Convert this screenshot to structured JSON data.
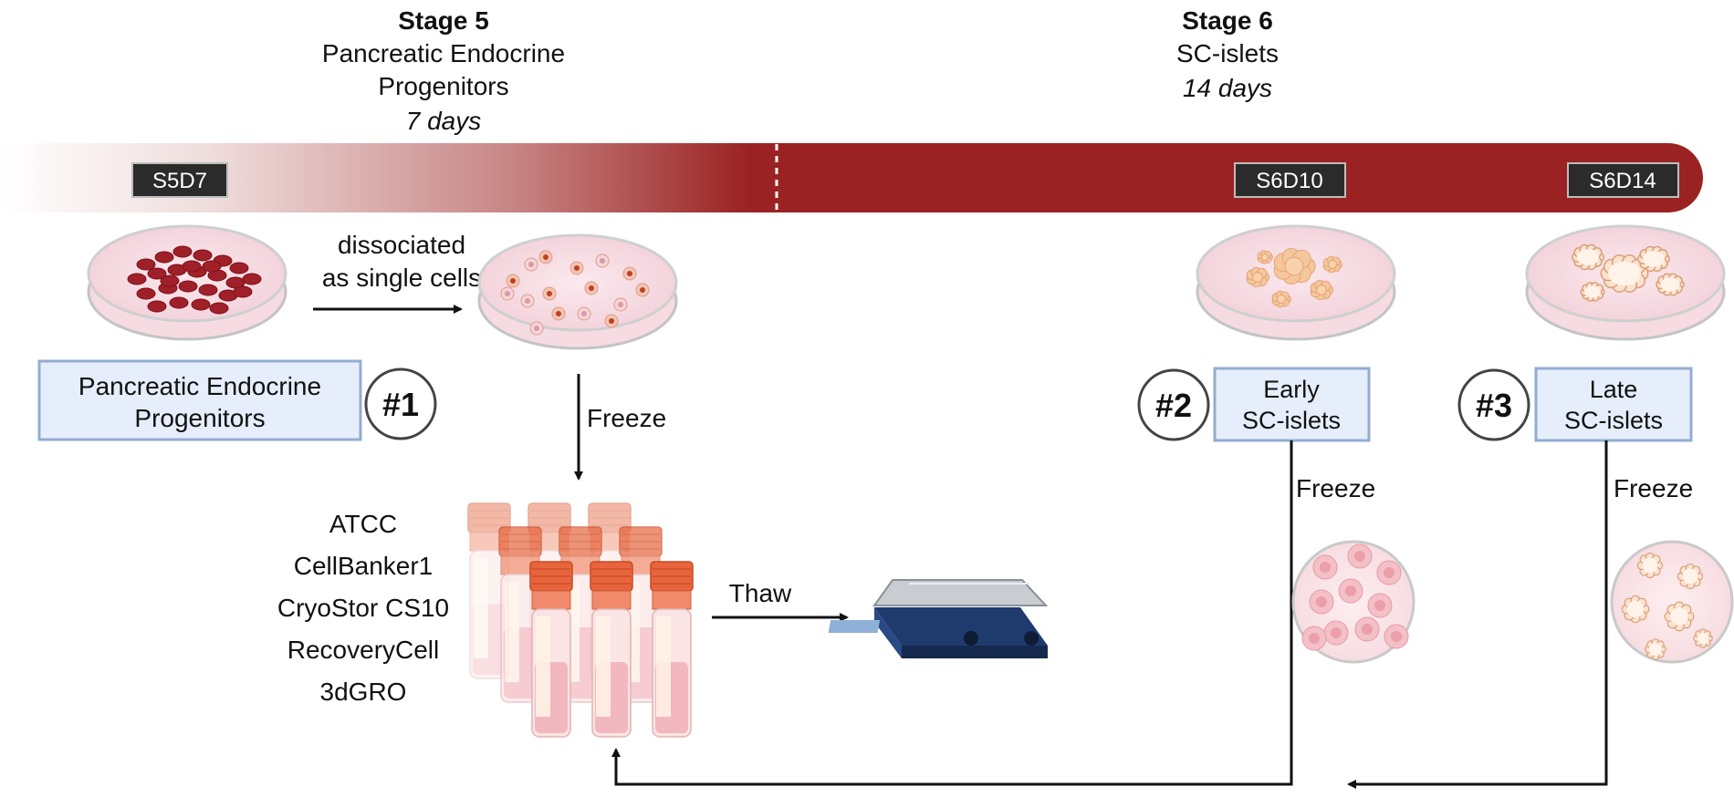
{
  "stages": [
    {
      "heading": "Stage 5",
      "name_line1": "Pancreatic Endocrine",
      "name_line2": "Progenitors",
      "duration": "7 days"
    },
    {
      "heading": "Stage 6",
      "name_line1": "SC-islets",
      "duration": "14 days"
    }
  ],
  "timepoints": [
    "S5D7",
    "S6D10",
    "S6D14"
  ],
  "dissociation": {
    "line1": "dissociated",
    "line2": "as single cells"
  },
  "samples": [
    {
      "number": "#1",
      "label_line1": "Pancreatic Endocrine",
      "label_line2": "Progenitors"
    },
    {
      "number": "#2",
      "label_line1": "Early",
      "label_line2": "SC-islets"
    },
    {
      "number": "#3",
      "label_line1": "Late",
      "label_line2": "SC-islets"
    }
  ],
  "freeze_label": "Freeze",
  "thaw_label": "Thaw",
  "media": [
    "ATCC",
    "CellBanker1",
    "CryoStor CS10",
    "RecoveryCell",
    "3dGRO"
  ],
  "colors": {
    "timeline": "#9b2222",
    "label_box_fill": "#e6eefb",
    "label_box_stroke": "#93acd0",
    "timepoint_tag": "#2b2b2b",
    "vial_cap": "#e8643c",
    "dish_fill": "#f7dde4",
    "cell_dark": "#a0202a",
    "shaker_base": "#1f3b6e"
  }
}
